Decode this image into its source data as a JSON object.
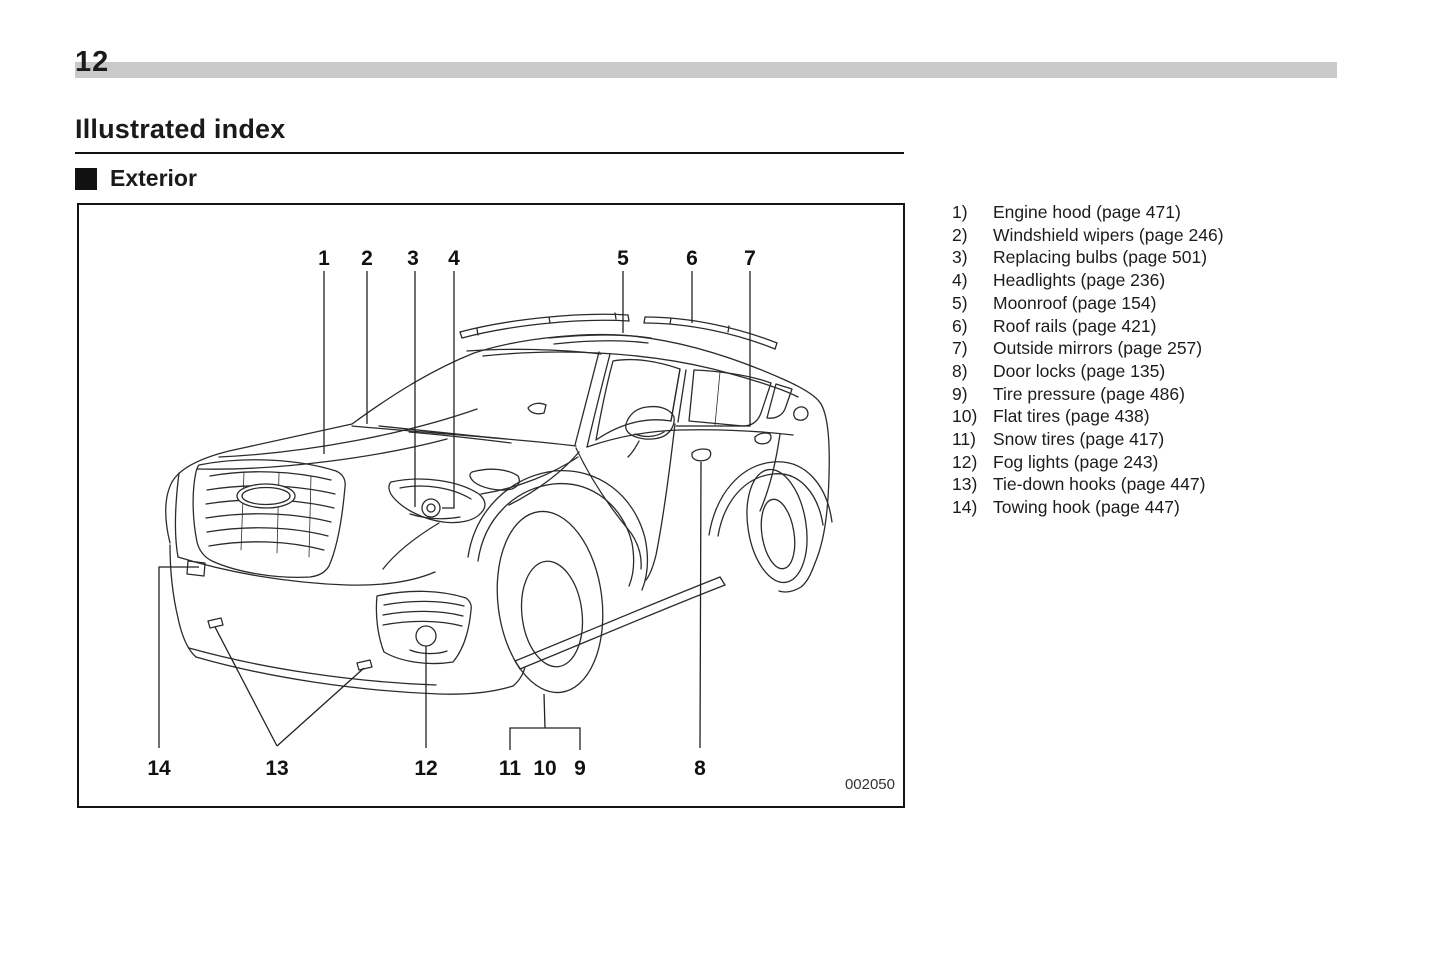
{
  "page": {
    "number": "12"
  },
  "title": "Illustrated index",
  "section": {
    "title": "Exterior"
  },
  "figure": {
    "code": "002050",
    "description": "line-drawing of SUV exterior, front three-quarter view",
    "callouts": [
      "1",
      "2",
      "3",
      "4",
      "5",
      "6",
      "7",
      "8",
      "9",
      "10",
      "11",
      "12",
      "13",
      "14"
    ]
  },
  "parts_list": [
    {
      "num": "1)",
      "label": "Engine hood (page 471)"
    },
    {
      "num": "2)",
      "label": "Windshield wipers (page 246)"
    },
    {
      "num": "3)",
      "label": "Replacing bulbs (page 501)"
    },
    {
      "num": "4)",
      "label": "Headlights (page 236)"
    },
    {
      "num": "5)",
      "label": "Moonroof (page 154)"
    },
    {
      "num": "6)",
      "label": "Roof rails (page 421)"
    },
    {
      "num": "7)",
      "label": "Outside mirrors (page 257)"
    },
    {
      "num": "8)",
      "label": "Door locks (page 135)"
    },
    {
      "num": "9)",
      "label": "Tire pressure (page 486)"
    },
    {
      "num": "10)",
      "label": "Flat tires (page 438)"
    },
    {
      "num": "11)",
      "label": "Snow tires (page 417)"
    },
    {
      "num": "12)",
      "label": "Fog lights (page 243)"
    },
    {
      "num": "13)",
      "label": "Tie-down hooks (page 447)"
    },
    {
      "num": "14)",
      "label": "Towing hook (page 447)"
    }
  ],
  "colors": {
    "header_bar": "#c9c9c9",
    "line_art": "#2b2b2b",
    "text": "#1a1a1a"
  }
}
